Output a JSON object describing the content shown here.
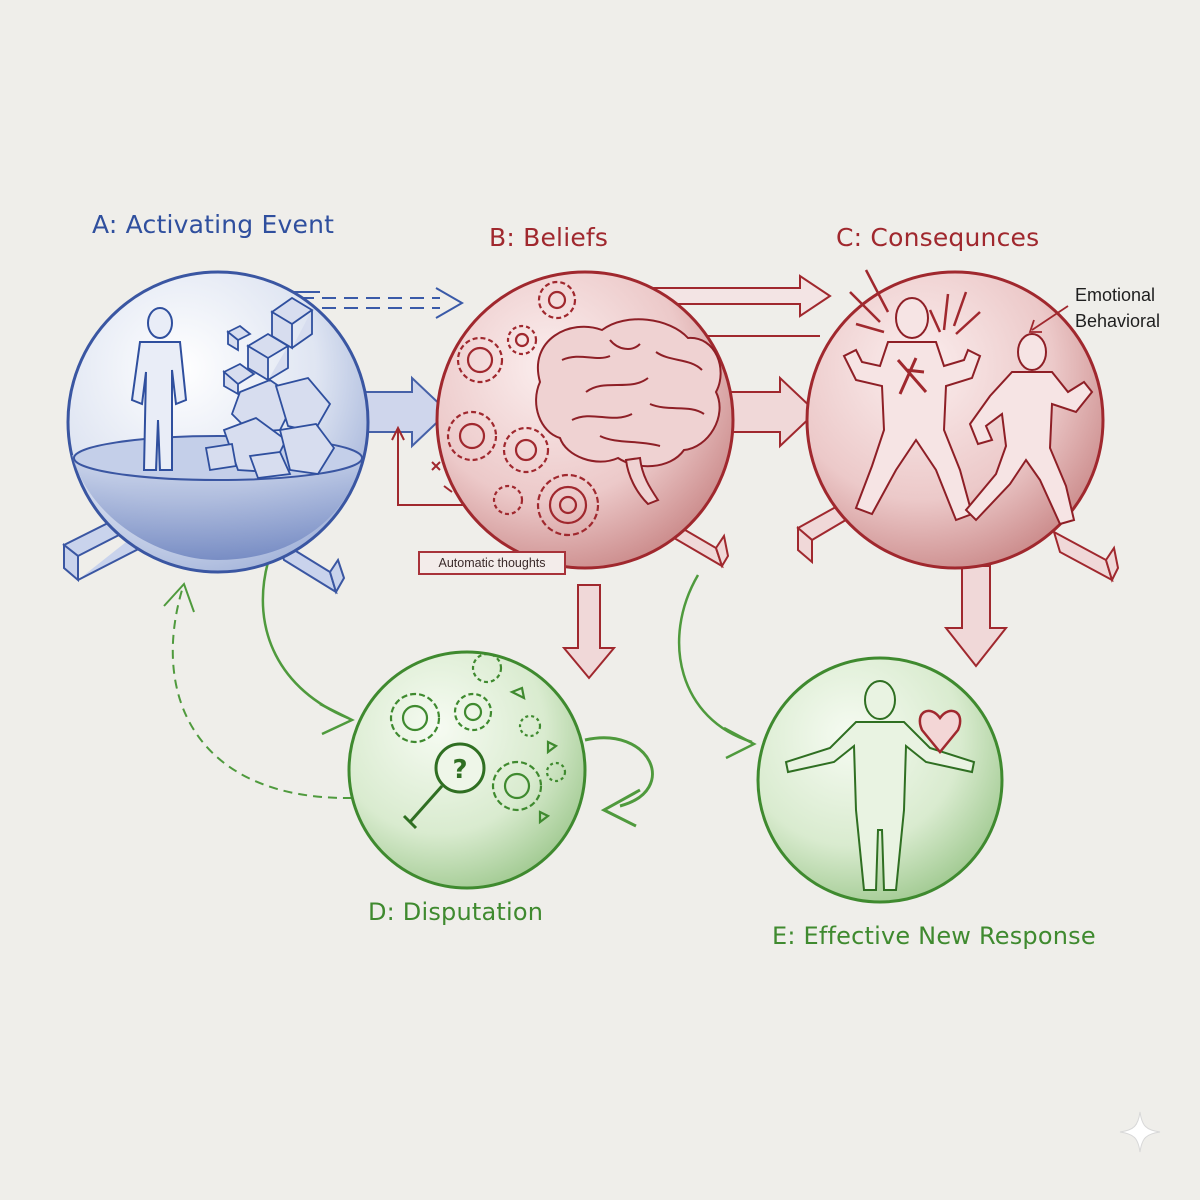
{
  "colors": {
    "activating": "#2f4f9e",
    "beliefs": "#a0282e",
    "consequences": "#a0282e",
    "disputation": "#3f8a2f",
    "response": "#3f8a2f",
    "background": "#efeeea"
  },
  "nodes": {
    "a": {
      "label": "A: Activating Event",
      "icon": "person-with-falling-cubes"
    },
    "b": {
      "label": "B: Beliefs",
      "icon": "brain-with-gears"
    },
    "c": {
      "label": "C: Consequnces",
      "icon": "two-agitated-figures"
    },
    "d": {
      "label": "D: Disputation",
      "icon": "gears-with-magnifier-question"
    },
    "e": {
      "label": "E: Effective New Response",
      "icon": "open-arms-figure-with-heart"
    }
  },
  "annotations": {
    "emotional": "Emotional",
    "behavioral": "Behavioral",
    "automatic_thoughts": "Automatic thoughts"
  },
  "connections": [
    {
      "from": "a",
      "to": "b",
      "style": "solid"
    },
    {
      "from": "a",
      "to": "b",
      "style": "dashed"
    },
    {
      "from": "b",
      "to": "c",
      "style": "solid"
    },
    {
      "from": "b",
      "to": "d",
      "style": "solid"
    },
    {
      "from": "c",
      "to": "e",
      "style": "solid"
    },
    {
      "from": "a",
      "to": "d",
      "style": "curved"
    },
    {
      "from": "b",
      "to": "e",
      "style": "curved"
    },
    {
      "from": "d",
      "to": "a",
      "style": "dashed-curved"
    },
    {
      "from": "d",
      "to": "d",
      "style": "loop"
    }
  ]
}
